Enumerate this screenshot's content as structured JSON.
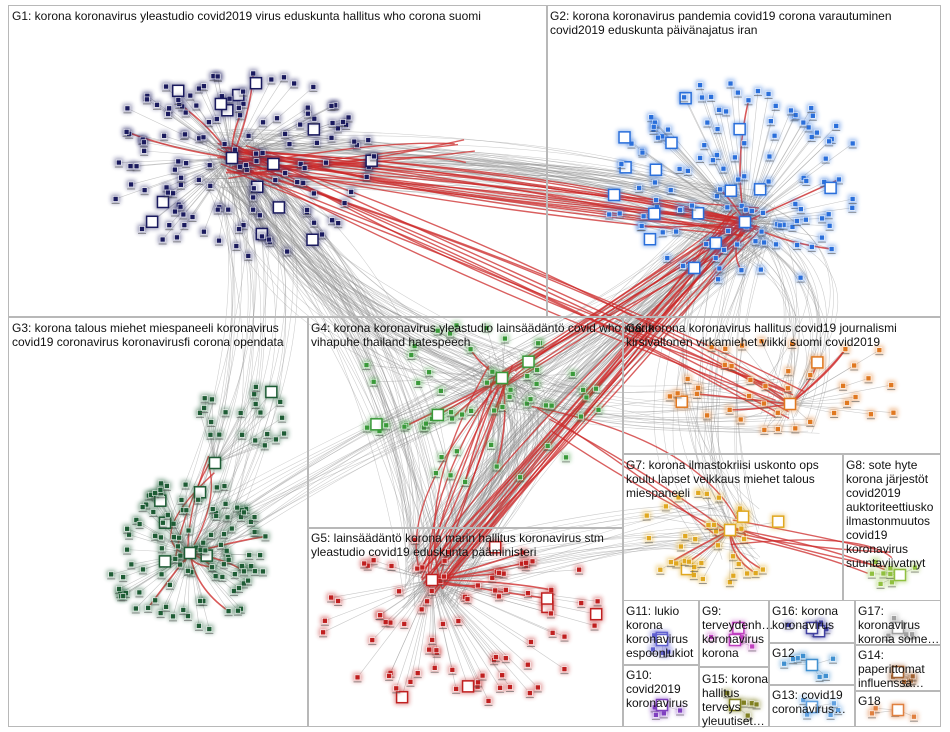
{
  "groups": [
    {
      "id": "G1",
      "label": "G1: korona koronavirus yleastudio covid2019 virus eduskunta hallitus who corona suomi",
      "color": "#1a1a5e"
    },
    {
      "id": "G2",
      "label": "G2: korona koronavirus pandemia covid19 corona varautuminen covid2019 eduskunta päivänajatus iran",
      "color": "#2a6fdb"
    },
    {
      "id": "G3",
      "label": "G3: korona talous miehet miespaneeli koronavirus covid19 coronavirus koronavirusfi corona opendata",
      "color": "#1e5c35"
    },
    {
      "id": "G4",
      "label": "G4: korona koronavirus yleastudio lainsäädäntö covid who marin vihapuhe thailand hatespeech",
      "color": "#3a9a3a"
    },
    {
      "id": "G5",
      "label": "G5: lainsäädäntö korona marin hallitus koronavirus stm yleastudio covid19 eduskunta pääministeri",
      "color": "#c02020"
    },
    {
      "id": "G6",
      "label": "G6: korona koronavirus hallitus covid19 journalismi kirsivaltonen virkamiehet viikki suomi covid2019",
      "color": "#e07820"
    },
    {
      "id": "G7",
      "label": "G7: korona ilmastokriisi uskonto ops koulu lapset veikkaus miehet talous miespaneeli",
      "color": "#e0a820"
    },
    {
      "id": "G8",
      "label": "G8: sote hyte korona järjestöt covid2019 auktoriteettiusko ilmastonmuutos covid19 koronavirus suuntaviivatnyt",
      "color": "#90c040"
    },
    {
      "id": "G9",
      "label": "G9: terveydenh… koronavirus korona",
      "color": "#c040c0"
    },
    {
      "id": "G10",
      "label": "G10: covid2019 koronavirus",
      "color": "#8040c0"
    },
    {
      "id": "G11",
      "label": "G11: lukio korona koronavirus espoonlukiot",
      "color": "#6060d0"
    },
    {
      "id": "G12",
      "label": "G12",
      "color": "#4090d0"
    },
    {
      "id": "G13",
      "label": "G13: covid19 coronavirus…",
      "color": "#60a0e0"
    },
    {
      "id": "G14",
      "label": "G14: paperittomat influenssa…",
      "color": "#a06030"
    },
    {
      "id": "G15",
      "label": "G15: korona hallitus terveys yleuutiset…",
      "color": "#808020"
    },
    {
      "id": "G16",
      "label": "G16: korona koronavirus",
      "color": "#4040a0"
    },
    {
      "id": "G17",
      "label": "G17: koronavirus korona some…",
      "color": "#a0a0a0"
    },
    {
      "id": "G18",
      "label": "G18",
      "color": "#e08040"
    }
  ]
}
